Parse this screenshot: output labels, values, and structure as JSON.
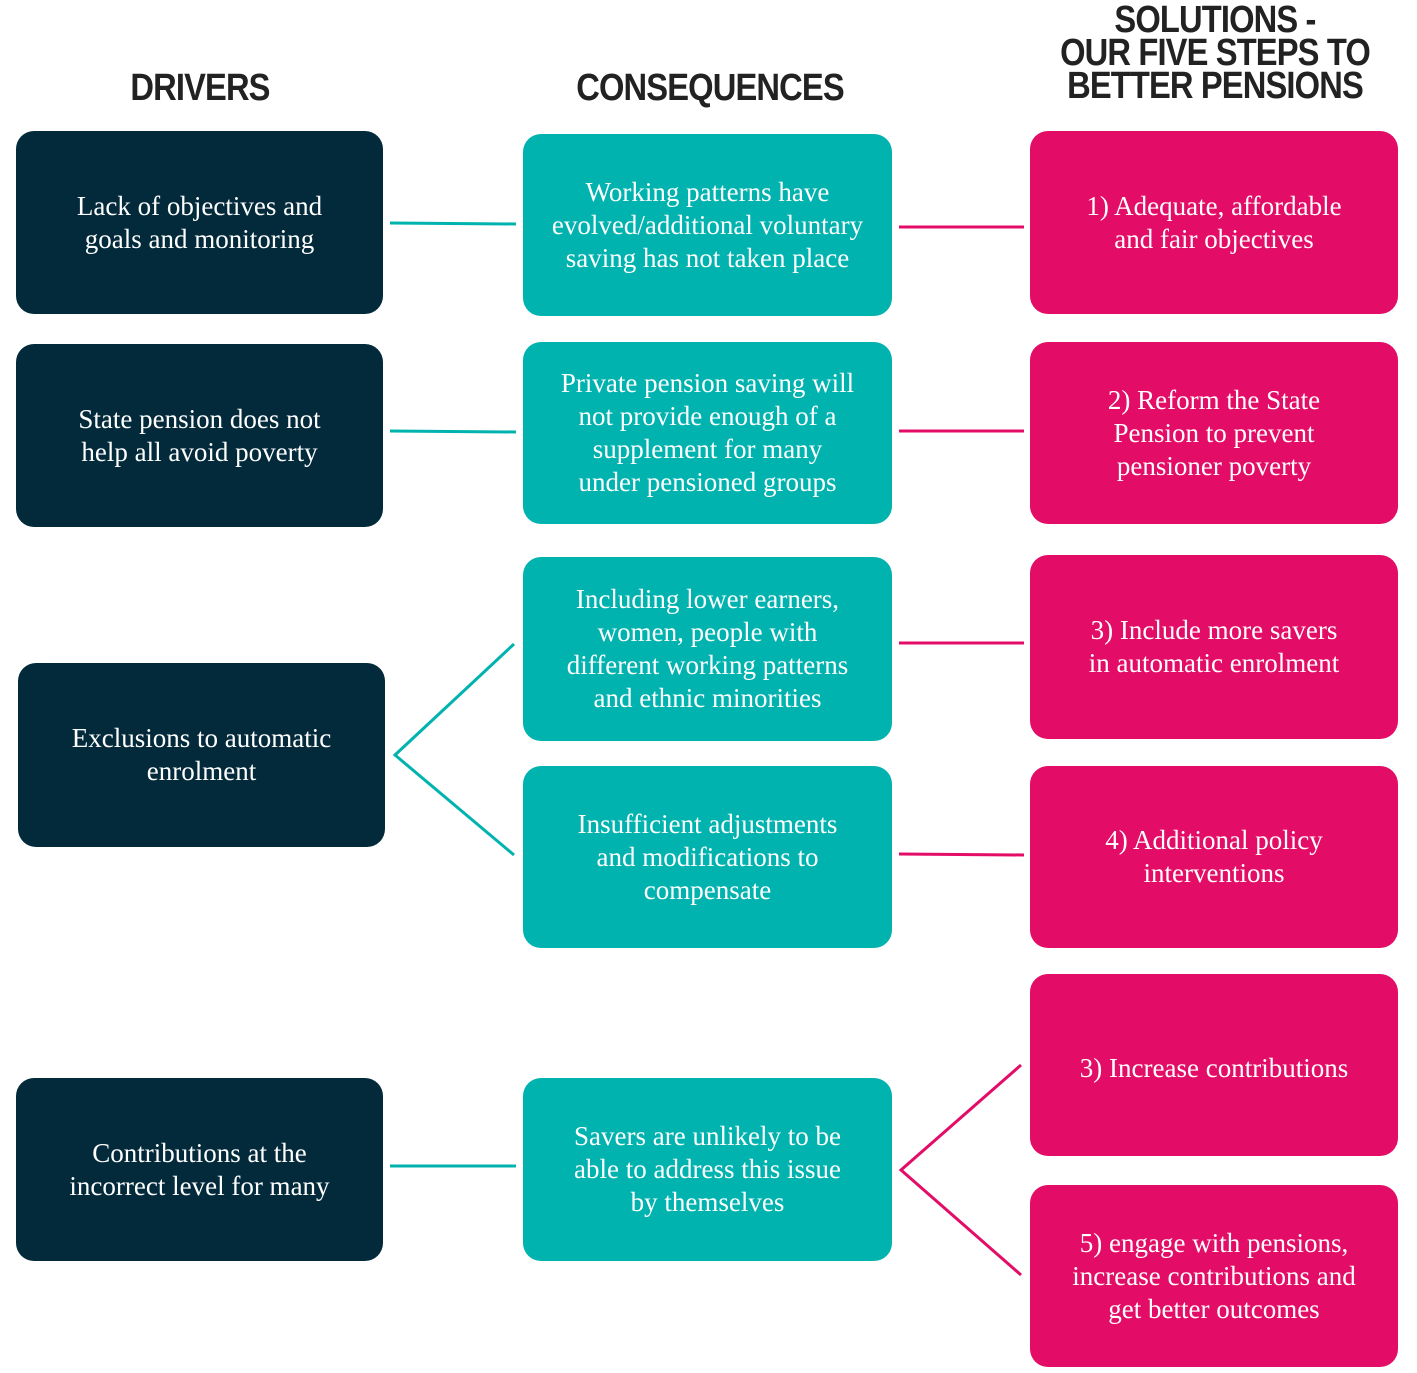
{
  "headings": {
    "drivers": "DRIVERS",
    "consequences": "CONSEQUENCES",
    "solutions_line1": "SOLUTIONS -",
    "solutions_line2": "OUR FIVE STEPS TO",
    "solutions_line3": "BETTER PENSIONS"
  },
  "drivers": [
    {
      "line1": "Lack of objectives and",
      "line2": "goals and monitoring"
    },
    {
      "line1": "State pension does not",
      "line2": "help all avoid poverty"
    },
    {
      "line1": "Exclusions to automatic",
      "line2": "enrolment"
    },
    {
      "line1": "Contributions at the",
      "line2": "incorrect level for many"
    }
  ],
  "consequences": [
    {
      "line1": "Working patterns have",
      "line2": "evolved/additional voluntary",
      "line3": "saving has not taken place"
    },
    {
      "line1": "Private pension saving will",
      "line2": "not provide enough of a",
      "line3": "supplement for many",
      "line4": "under pensioned groups"
    },
    {
      "line1": "Including lower earners,",
      "line2": "women, people with",
      "line3": "different working patterns",
      "line4": "and ethnic minorities"
    },
    {
      "line1": "Insufficient adjustments",
      "line2": "and modifications to",
      "line3": "compensate"
    },
    {
      "line1": "Savers are unlikely to be",
      "line2": "able to address this issue",
      "line3": "by themselves"
    }
  ],
  "solutions": [
    {
      "line1": "1) Adequate, affordable",
      "line2": "and fair objectives"
    },
    {
      "line1": "2) Reform the State",
      "line2": "Pension to prevent",
      "line3": "pensioner poverty"
    },
    {
      "line1": "3) Include more savers",
      "line2": "in automatic enrolment"
    },
    {
      "line1": "4) Additional policy",
      "line2": "interventions"
    },
    {
      "line1": "3) Increase contributions"
    },
    {
      "line1": "5) engage with pensions,",
      "line2": "increase contributions and",
      "line3": "get better outcomes"
    }
  ],
  "colors": {
    "driver": "#032a3b",
    "consequence": "#00b3af",
    "solution": "#e30c67",
    "heading": "#222222"
  }
}
